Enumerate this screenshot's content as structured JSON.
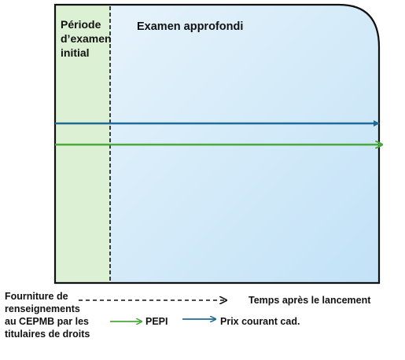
{
  "regions": {
    "initial_review": {
      "label": "Période\nd’examen\ninitial",
      "color": "#dcf0d3"
    },
    "in_depth_review": {
      "label": "Examen approfondi",
      "color_start": "#e6f3fb",
      "color_end": "#c2e2f7"
    }
  },
  "lines": {
    "blue": {
      "color": "#1f6b95"
    },
    "green": {
      "color": "#4ba83a"
    }
  },
  "legend": {
    "information_filing": "Fourniture de\nrenseignements\nau CEPMB par les\ntitulaires de droits",
    "time_after_launch": "Temps après le lancement",
    "pepi": "PEPI",
    "current_price": "Prix courant cad."
  },
  "colors": {
    "frame": "#111111",
    "dashed": "#111111"
  }
}
